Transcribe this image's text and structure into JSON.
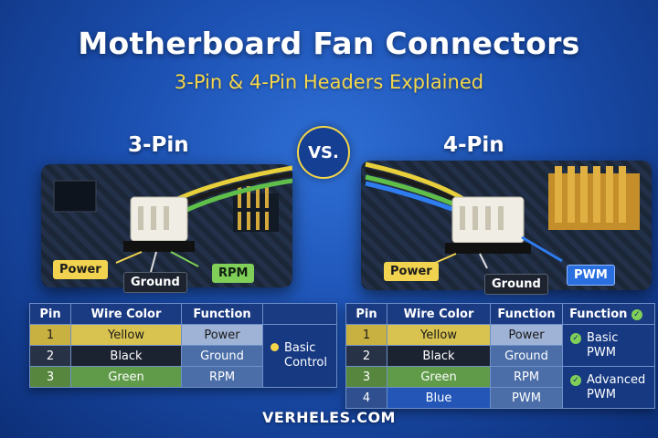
{
  "title": "Motherboard Fan Connectors",
  "subtitle": "3-Pin & 4-Pin Headers Explained",
  "vs_label": "VS.",
  "left": {
    "heading": "3-Pin",
    "callouts": {
      "power": "Power",
      "ground": "Ground",
      "rpm": "RPM"
    },
    "table": {
      "headers": [
        "Pin",
        "Wire Color",
        "Function"
      ],
      "rows": [
        {
          "pin": "1",
          "wire": "Yellow",
          "function": "Power"
        },
        {
          "pin": "2",
          "wire": "Black",
          "function": "Ground"
        },
        {
          "pin": "3",
          "wire": "Green",
          "function": "RPM"
        }
      ],
      "note_line1": "Basic",
      "note_line2": "Control"
    }
  },
  "right": {
    "heading": "4-Pin",
    "callouts": {
      "power": "Power",
      "ground": "Ground",
      "pwm": "PWM"
    },
    "table": {
      "headers": [
        "Pin",
        "Wire Color",
        "Function",
        "Function"
      ],
      "rows": [
        {
          "pin": "1",
          "wire": "Yellow",
          "function": "Power"
        },
        {
          "pin": "2",
          "wire": "Black",
          "function": "Ground"
        },
        {
          "pin": "3",
          "wire": "Green",
          "function": "RPM"
        },
        {
          "pin": "4",
          "wire": "Blue",
          "function": "PWM"
        }
      ],
      "note1_line1": "Basic",
      "note1_line2": "PWM",
      "note2_line1": "Advanced",
      "note2_line2": "PWM"
    }
  },
  "footer": "VERHELES.COM",
  "colors": {
    "accent_yellow": "#f5d64a",
    "wire_yellow": "#e8cf3c",
    "wire_black": "#1b1b1b",
    "wire_green": "#5fbf4a",
    "wire_blue": "#2f7cf0"
  }
}
